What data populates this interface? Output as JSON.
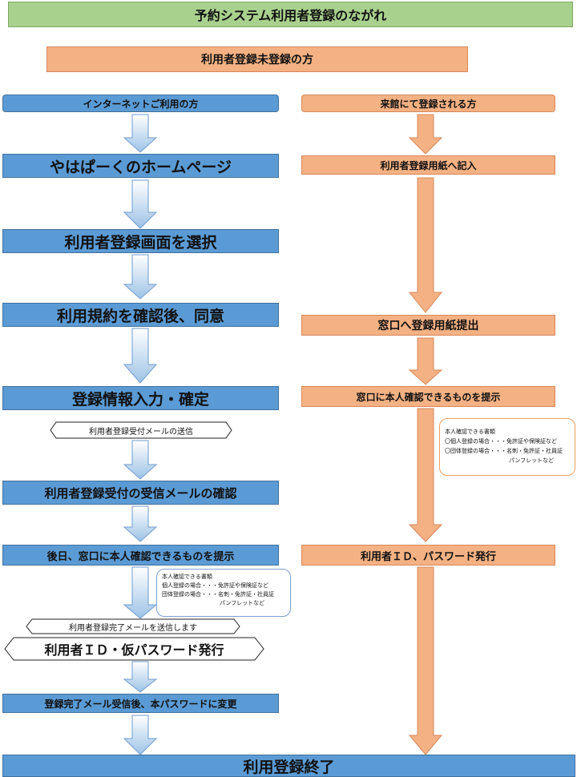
{
  "title": "予約システム利用者登録のながれ",
  "header": "利用者登録未登録の方",
  "left": {
    "start": "インターネットご利用の方",
    "step1": "やはぱーくのホームページ",
    "step2": "利用者登録画面を選択",
    "step3": "利用規約を確認後、同意",
    "step4": "登録情報入力・確定",
    "mail1": "利用者登録受付メールの送信",
    "step5": "利用者登録受付の受信メールの確認",
    "step6": "後日、窓口に本人確認できるものを提示",
    "note": {
      "line1": "本人確認できる書類",
      "line2": "個人登録の場合・・・免許証や保険証など",
      "line3": "団体登録の場合・・・名刺・免許証・社員証",
      "line4": "パンフレットなど"
    },
    "mail2": "利用者登録完了メールを送信します",
    "step7": "利用者ＩＤ・仮パスワード発行",
    "step8": "登録完了メール受信後、本パスワードに変更"
  },
  "right": {
    "start": "来館にて登録される方",
    "step1": "利用者登録用紙へ記入",
    "step2": "窓口へ登録用紙提出",
    "step3": "窓口に本人確認できるものを提示",
    "note": {
      "line1": "本人確認できる書類",
      "line2": "〇個人登録の場合・・・免許証や保険証など",
      "line3": "〇団体登録の場合・・・名刺・免許証・社員証",
      "line4": "パンフレットなど"
    },
    "step4": "利用者ＩＤ、パスワード発行"
  },
  "end": "利用登録終了",
  "colors": {
    "title_green": "#a9d18e",
    "orange": "#f4b183",
    "blue": "#5b9bd5",
    "arrow_blue": "#bdd7ee"
  }
}
